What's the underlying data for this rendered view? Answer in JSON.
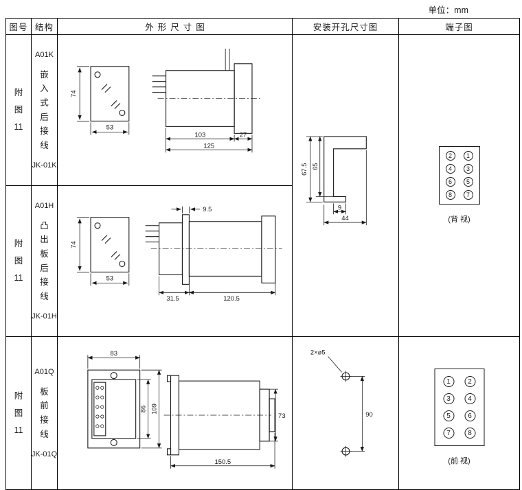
{
  "unit_label": "单位：mm",
  "header": {
    "fig_no": "图号",
    "structure": "结构",
    "outline": "外形尺寸图",
    "mounting": "安装开孔尺寸图",
    "terminal": "端子图"
  },
  "rows": [
    {
      "fig_no": "附\n图\n11",
      "model": "A01K",
      "structure_desc": "嵌\n入\n式\n后\n接\n线",
      "code": "JK-01K",
      "dims": {
        "front_h": "74",
        "front_w": "53",
        "body_w": "103",
        "tail_w": "27",
        "total_w": "125"
      }
    },
    {
      "fig_no": "附\n图\n11",
      "model": "A01H",
      "structure_desc": "凸\n出\n板\n后\n接\n线",
      "code": "JK-01H",
      "dims": {
        "front_h": "74",
        "front_w": "53",
        "rear_w": "31.5",
        "plate_t": "9.5",
        "total_w": "120.5"
      }
    },
    {
      "fig_no": "附\n图\n11",
      "model": "A01Q",
      "structure_desc": "板\n前\n接\n线",
      "code": "JK-01Q",
      "dims": {
        "front_w": "83",
        "inner_h": "86",
        "outer_h": "109",
        "side_h": "73",
        "total_w": "150.5"
      }
    }
  ],
  "mounting": {
    "upper": {
      "outer_h": "67.5",
      "inner_h": "65",
      "step": "9",
      "width": "44"
    },
    "lower": {
      "holes": "2×ø5",
      "spacing": "90"
    }
  },
  "terminals": [
    {
      "cells": [
        [
          "2",
          "1"
        ],
        [
          "4",
          "3"
        ],
        [
          "6",
          "5"
        ],
        [
          "8",
          "7"
        ]
      ],
      "caption": "(背 视)"
    },
    {
      "cells": [
        [
          "1",
          "2"
        ],
        [
          "3",
          "4"
        ],
        [
          "5",
          "6"
        ],
        [
          "7",
          "8"
        ]
      ],
      "caption": "(前 视)"
    }
  ]
}
